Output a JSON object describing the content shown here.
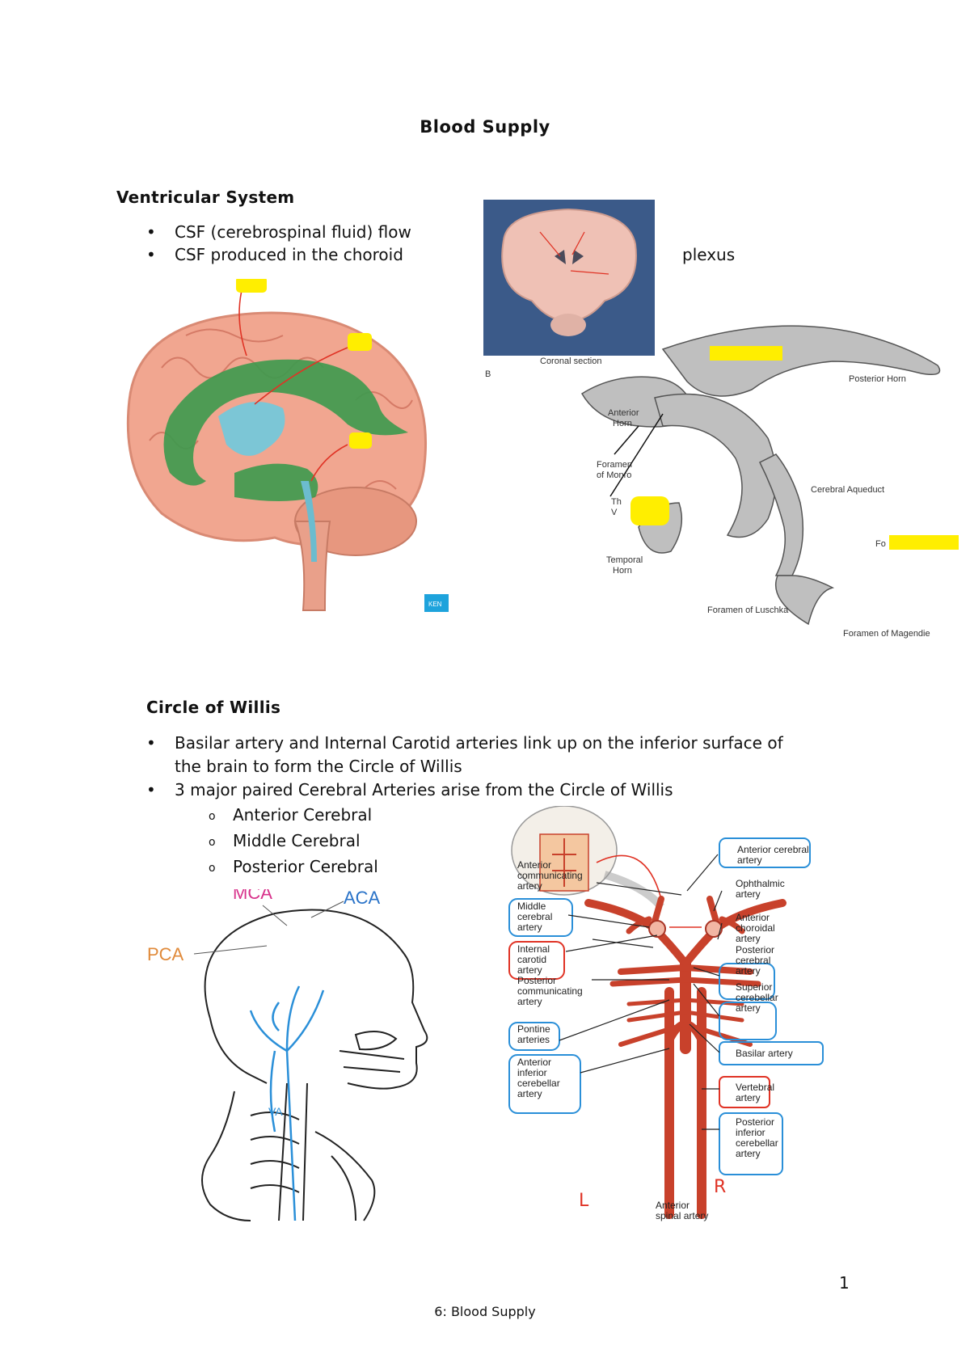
{
  "title": "Blood Supply",
  "ventricular": {
    "heading": "Ventricular System",
    "bullets": [
      "CSF (cerebrospinal fluid) flow",
      "CSF produced in the choroid"
    ],
    "plexus_word": "plexus",
    "coronal_caption": "Coronal section",
    "coronal_letter": "B",
    "ventricle_labels": {
      "anterior_horn_1": "Anterior",
      "anterior_horn_2": "Horn",
      "posterior_horn": "Posterior Horn",
      "foramen_monro_1": "Foramen",
      "foramen_monro_2": "of Monro",
      "third_1": "Th",
      "third_2": "V",
      "temporal_1": "Temporal",
      "temporal_2": "Horn",
      "aqueduct": "Cerebral Aqueduct",
      "fourth": "Fo",
      "luschka": "Foramen of Luschka",
      "magendie": "Foramen of Magendie"
    },
    "kenhub_badge": "KEN",
    "highlight_color": "#ffee00",
    "ventricle_color": "#3c9a4e"
  },
  "willis": {
    "heading": "Circle of Willis",
    "bullets": [
      "Basilar artery and Internal Carotid arteries link up on the inferior surface of",
      "the brain to form the Circle of Willis",
      "3 major paired Cerebral Arteries arise from the Circle of Willis"
    ],
    "sub_bullets": [
      "Anterior Cerebral",
      "Middle Cerebral",
      "Posterior Cerebral"
    ],
    "skull_labels": {
      "mca": "MCA",
      "aca": "ACA",
      "pca": "PCA",
      "va": "VA"
    },
    "left_labels": [
      [
        "Anterior",
        "communicating",
        "artery"
      ],
      [
        "Middle",
        "cerebral",
        "artery"
      ],
      [
        "Internal",
        "carotid",
        "artery"
      ],
      [
        "Posterior",
        "communicating",
        "artery"
      ],
      [
        "Pontine",
        "arteries"
      ],
      [
        "Anterior",
        "inferior",
        "cerebellar",
        "artery"
      ]
    ],
    "right_labels": [
      [
        "Anterior cerebral",
        "artery"
      ],
      [
        "Ophthalmic",
        "artery"
      ],
      [
        "Anterior",
        "choroidal",
        "artery"
      ],
      [
        "Posterior",
        "cerebral",
        "artery"
      ],
      [
        "Superior",
        "cerebellar",
        "artery"
      ],
      [
        "Basilar artery"
      ],
      [
        "Vertebral",
        "artery"
      ],
      [
        "Posterior",
        "inferior",
        "cerebellar",
        "artery"
      ]
    ],
    "bottom_label": [
      "Anterior",
      "spinal artery"
    ],
    "hand_left": "L",
    "hand_right": "R",
    "artery_color": "#c8412b",
    "blue_ink": "#2a8fd8",
    "red_ink": "#e03325"
  },
  "footer": "6: Blood Supply",
  "page_number": "1"
}
